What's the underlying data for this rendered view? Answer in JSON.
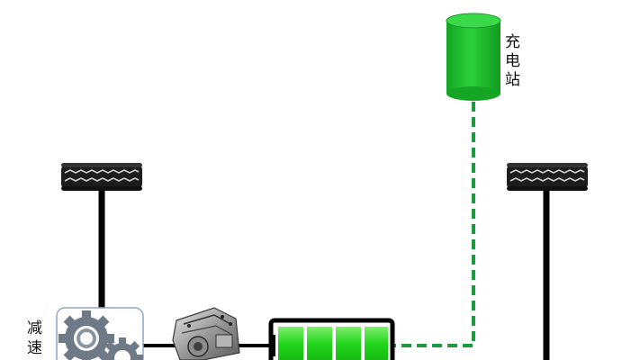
{
  "labels": {
    "charging_station": [
      "充",
      "电",
      "站"
    ],
    "reducer": [
      "减",
      "速"
    ]
  },
  "colors": {
    "station_green": "#1fc02f",
    "station_top": "#39d24a",
    "charge_line": "#1a9b3e",
    "battery_green": "#22d61e",
    "battery_light": "#8cf07a",
    "axle": "#000000",
    "gear": "#6f7a88",
    "tire": "#1d1d1d"
  },
  "icons": {
    "tire": "tire-icon",
    "gear": "gear-icon",
    "motor": "motor-icon",
    "battery": "battery-icon",
    "station": "charging-station-icon"
  },
  "battery": {
    "cells": 4
  }
}
